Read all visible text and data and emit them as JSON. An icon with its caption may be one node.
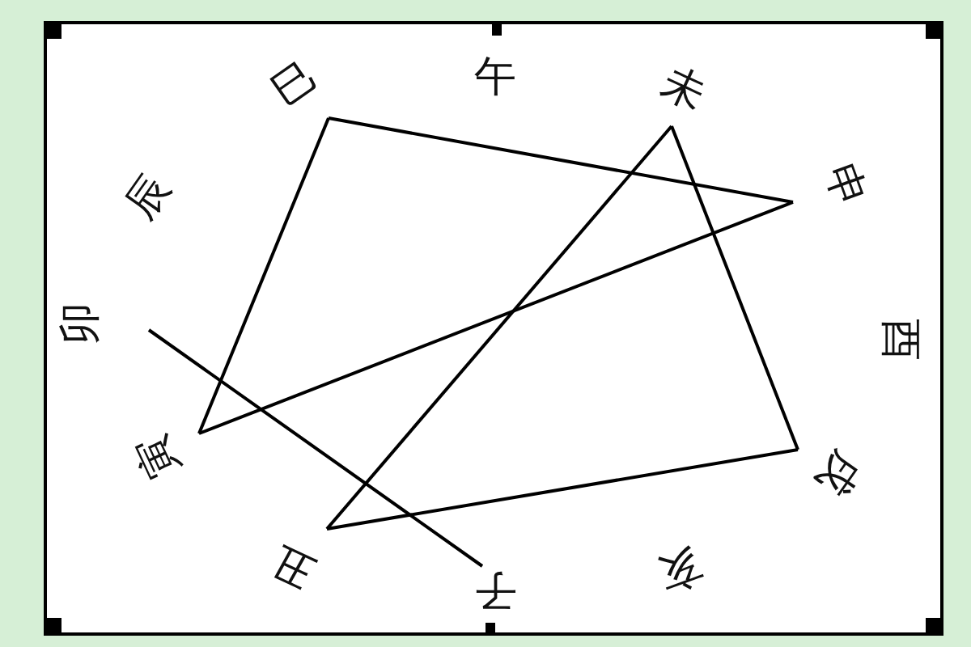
{
  "diagram": {
    "nodes": [
      {
        "text": [
          "午"
        ]
      },
      {
        "text": [
          "巳"
        ]
      },
      {
        "text": [
          "未"
        ]
      },
      {
        "text": [
          "辰"
        ]
      },
      {
        "text": [
          "申"
        ]
      },
      {
        "text": [
          "卯"
        ]
      },
      {
        "text": [
          "酉"
        ]
      },
      {
        "text": [
          "寅"
        ]
      },
      {
        "text": [
          "戌"
        ]
      },
      {
        "text": [
          "丑"
        ]
      },
      {
        "text": [
          "亥"
        ]
      },
      {
        "text": [
          "子"
        ]
      }
    ],
    "edges": [
      {
        "from": 1,
        "to": 4,
        "arrow": "none"
      },
      {
        "from": 1,
        "to": 7,
        "arrow": "none"
      },
      {
        "from": 7,
        "to": 4,
        "arrow": "none"
      },
      {
        "from": 2,
        "to": 9,
        "arrow": "none"
      },
      {
        "from": 2,
        "to": 8,
        "arrow": "none"
      },
      {
        "from": 9,
        "to": 8,
        "arrow": "none"
      },
      {
        "from": 5,
        "to": 11,
        "arrow": "none"
      }
    ]
  }
}
